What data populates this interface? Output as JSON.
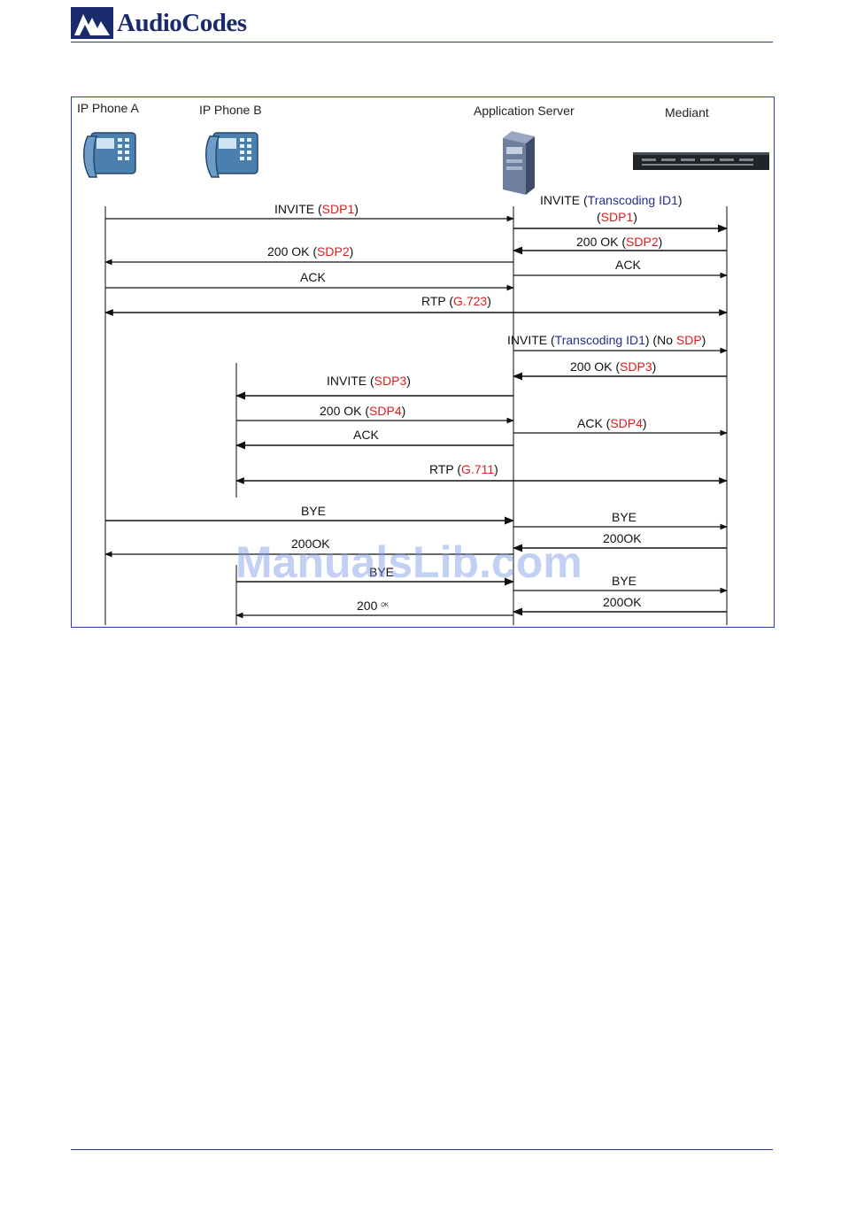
{
  "header": {
    "logo_text": "AudioCodes",
    "brand_color": "#1a2b6d",
    "rule_color": "#2a3a8a"
  },
  "diagram": {
    "border_color": "#2b3fa0",
    "highlight_red": "#e11c1c",
    "highlight_blue": "#222f8e",
    "entities": {
      "phone_a": {
        "label": "IP Phone A",
        "icon": "desk-phone-icon"
      },
      "phone_b": {
        "label": "IP Phone B",
        "icon": "desk-phone-icon"
      },
      "app_server": {
        "label": "Application Server",
        "icon": "server-tower-icon"
      },
      "mediant": {
        "label": "Mediant",
        "icon": "rack-gateway-icon"
      }
    },
    "messages": {
      "m1": {
        "a": "INVITE (",
        "b": "SDP1",
        "c": ")"
      },
      "m2": {
        "a": "INVITE (",
        "b": "Transcoding ID1",
        "c": ")"
      },
      "m2b": {
        "a": "(",
        "b": "SDP1",
        "c": ")"
      },
      "m3": {
        "a": "200 OK (",
        "b": "SDP2",
        "c": ")"
      },
      "m4": {
        "a": "200 OK (",
        "b": "SDP2",
        "c": ")"
      },
      "m5": "ACK",
      "m6": "ACK",
      "m7": {
        "a": "RTP (",
        "b": "G.723",
        "c": ")"
      },
      "m8": {
        "a": "INVITE (",
        "b": "Transcoding ID1",
        "c": ") (No ",
        "d": "SDP",
        "e": ")"
      },
      "m9": {
        "a": "200 OK (",
        "b": "SDP3",
        "c": ")"
      },
      "m10": {
        "a": "INVITE (",
        "b": "SDP3",
        "c": ")"
      },
      "m11": {
        "a": "200 OK (",
        "b": "SDP4",
        "c": ")"
      },
      "m12": {
        "a": "ACK (",
        "b": "SDP4",
        "c": ")"
      },
      "m13": "ACK",
      "m14": {
        "a": "RTP (",
        "b": "G.711",
        "c": ")"
      },
      "m15": "BYE",
      "m16": "BYE",
      "m17": "200OK",
      "m18": "200OK",
      "m19": "BYE",
      "m20": "BYE",
      "m21": {
        "a": "200",
        "b": "OK"
      },
      "m22": "200OK"
    }
  },
  "watermark": "ManualsLib.com"
}
